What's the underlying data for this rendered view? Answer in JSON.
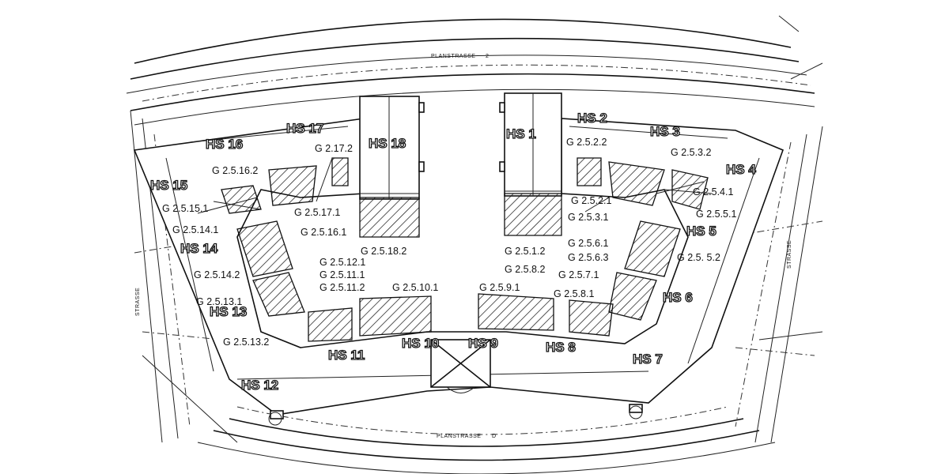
{
  "streets": {
    "north": "PLANSTRASSE",
    "north_no": "2",
    "south": "PLANSTRASSE",
    "south_no": "D",
    "east": "STRASSE",
    "west": "STRASSE"
  },
  "houses": {
    "hs1": "HS 1",
    "hs2": "HS 2",
    "hs3": "HS 3",
    "hs4": "HS 4",
    "hs5": "HS 5",
    "hs6": "HS 6",
    "hs7": "HS 7",
    "hs8": "HS 8",
    "hs9": "HS 9",
    "hs10": "HS 10",
    "hs11": "HS 11",
    "hs12": "HS 12",
    "hs13": "HS 13",
    "hs14": "HS 14",
    "hs15": "HS 15",
    "hs16": "HS 16",
    "hs17": "HS 17",
    "hs18": "HS 18"
  },
  "gardens": {
    "g_2_17_2": "G 2.17.2",
    "g_2_5_16_2": "G 2.5.16.2",
    "g_2_5_15_1": "G 2.5.15.1",
    "g_2_5_14_1": "G 2.5.14.1",
    "g_2_5_17_1": "G 2.5.17.1",
    "g_2_5_16_1": "G 2.5.16.1",
    "g_2_5_18_2": "G 2.5.18.2",
    "g_2_5_14_2": "G 2.5.14.2",
    "g_2_5_12_1": "G 2.5.12.1",
    "g_2_5_11_1": "G 2.5.11.1",
    "g_2_5_11_2": "G 2.5.11.2",
    "g_2_5_10_1": "G 2.5.10.1",
    "g_2_5_13_1": "G 2.5.13.1",
    "g_2_5_13_2": "G 2.5.13.2",
    "g_2_5_2_2": "G 2.5.2.2",
    "g_2_5_3_2": "G 2.5.3.2",
    "g_2_5_2_1": "G 2.5.2.1",
    "g_2_5_3_1": "G 2.5.3.1",
    "g_2_5_4_1": "G 2.5.4.1",
    "g_2_5_5_1": "G 2.5.5.1",
    "g_2_5_5_2": "G 2.5. 5.2",
    "g_2_5_1_2": "G 2.5.1.2",
    "g_2_5_6_1": "G 2.5.6.1",
    "g_2_5_6_3": "G 2.5.6.3",
    "g_2_5_8_2": "G 2.5.8.2",
    "g_2_5_7_1": "G 2.5.7.1",
    "g_2_5_9_1": "G 2.5.9.1",
    "g_2_5_8_1": "G 2.5.8.1"
  },
  "colors": {
    "ink": "#111111",
    "paper": "#ffffff"
  }
}
